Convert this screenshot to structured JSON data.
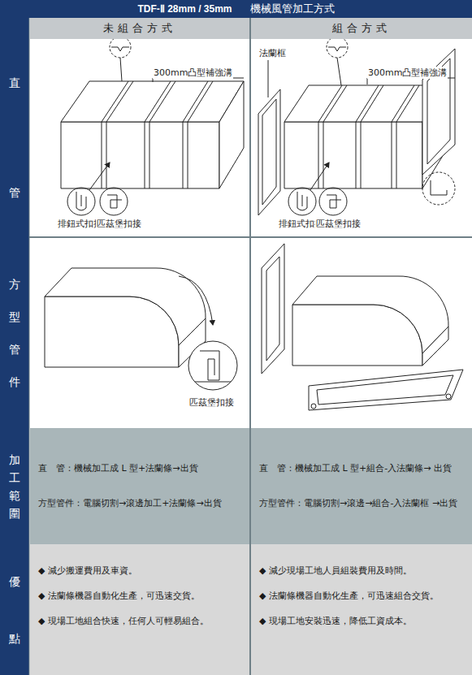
{
  "diagram": {
    "nodes": [
      {
        "text": [
          "TDF-Ⅱ 28mm / 35mm",
          "機械風管加工方式"
        ]
      },
      {
        "text": [
          "未組合方式"
        ]
      },
      {
        "text": [
          "組合方式"
        ]
      },
      {
        "text": [
          "直管"
        ]
      },
      {
        "text": [
          "方型管件"
        ]
      },
      {
        "text": [
          "加工範圍"
        ]
      },
      {
        "text": [
          "優點"
        ]
      },
      {
        "text": [
          "直　管：機械加工成 L 型+法蘭條→出貨",
          "方型管件：電腦切割→滾邊加工+法蘭條→出貨"
        ]
      },
      {
        "text": [
          "直　管：機械加工成 L 型+組合-入法蘭條→ 出貨",
          "方型管件：電腦切割→滾邊→組合-入法蘭框 →出貨"
        ]
      },
      {
        "text": [
          "◆ 減少搬運費用及車資。",
          "◆ 法蘭條機器自動化生產，可迅速交貨。",
          "◆ 現場工地組合快速，任何人可輕易組合。"
        ]
      },
      {
        "text": [
          "◆ 減少現場工地人員組裝費用及時間。",
          "◆ 法蘭條機器自動化生產，可迅速組合交貨。",
          "◆ 現場工地安裝迅速，降低工資成本。"
        ]
      }
    ],
    "labels": [
      "300mm凸型補強溝",
      "排鈕式扣接",
      "匹茲堡扣接",
      "法蘭框",
      "300mm凸型補強溝",
      "排鈕式扣接",
      "匹茲堡扣接",
      "匹茲堡扣接"
    ]
  }
}
